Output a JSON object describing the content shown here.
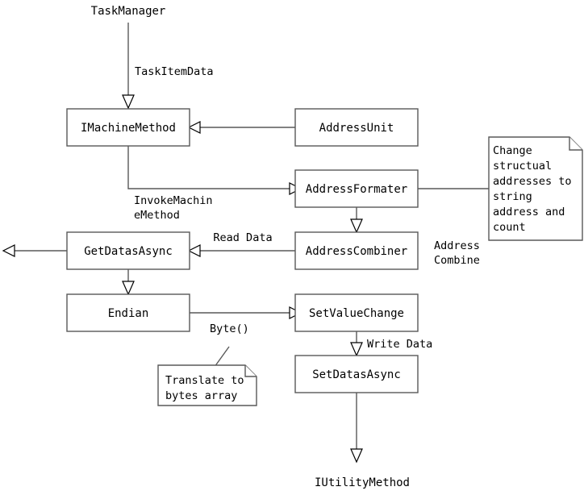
{
  "diagram": {
    "title_top": "TaskManager",
    "title_bottom": "IUtilityMethod",
    "colors": {
      "background": "#ffffff",
      "box_stroke": "#595959",
      "text": "#000000",
      "connector": "#595959",
      "arrow_fill": "#ffffff"
    },
    "nodes": [
      {
        "id": "imachinemethod",
        "label": "IMachineMethod"
      },
      {
        "id": "addressunit",
        "label": "AddressUnit"
      },
      {
        "id": "addressformater",
        "label": "AddressFormater"
      },
      {
        "id": "getdatasasync",
        "label": "GetDatasAsync"
      },
      {
        "id": "addresscombiner",
        "label": "AddressCombiner"
      },
      {
        "id": "endian",
        "label": "Endian"
      },
      {
        "id": "setvaluechange",
        "label": "SetValueChange"
      },
      {
        "id": "setdatasasync",
        "label": "SetDatasAsync"
      }
    ],
    "edge_labels": {
      "task_item_data": "TaskItemData",
      "invoke_machine_method_line1": "InvokeMachin",
      "invoke_machine_method_line2": "eMethod",
      "read_data": "Read Data",
      "byte": "Byte()",
      "write_data": "Write Data",
      "address_combine_line1": "Address",
      "address_combine_line2": "Combine"
    },
    "notes": [
      {
        "id": "note-change-address",
        "lines": [
          "Change",
          "structual",
          "addresses to",
          "string",
          "address and",
          "count"
        ]
      },
      {
        "id": "note-translate-bytes",
        "lines": [
          "Translate to",
          "bytes array"
        ]
      }
    ]
  }
}
